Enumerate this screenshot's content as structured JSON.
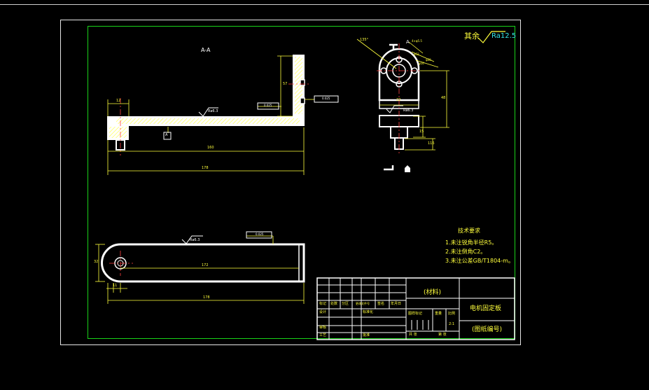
{
  "drawing": {
    "section_label": "A-A",
    "view_label": "A",
    "roughness_note": {
      "prefix": "其余",
      "value": "Ra12.5"
    },
    "dimensions": {
      "top_width": "12",
      "vertical_57": "57",
      "length_160": "160",
      "length_178": "178",
      "bottom_172": "172",
      "bottom_178": "178",
      "bottom_width": "32",
      "bottom_11": "11",
      "right_48": "48",
      "right_22": "22",
      "right_15": "15",
      "right_116": "116",
      "angle": "135°",
      "holes_a": "4×φ5.5",
      "holes_b": "φ52",
      "holes_c": "φ16",
      "holes_d": "φ20"
    },
    "roughness_marks": [
      "Ra6.3",
      "Ra6.3",
      "Ra6.3"
    ],
    "tolerance_frames": [
      "0.025",
      "0.025",
      "0.025"
    ],
    "datum": "A",
    "tech_requirements": {
      "title": "技术要求",
      "items": [
        "1.未注锐角半径R5。",
        "2.未注倒角C2。",
        "3.未注公差GB/T1804-m。"
      ]
    },
    "title_block": {
      "material": "(材料)",
      "part_name": "电机固定板",
      "drawing_number": "(图纸编号)",
      "headers": [
        "标记",
        "处数",
        "分区",
        "更改文件号",
        "签名",
        "年月日"
      ],
      "design_label": "设计",
      "standard_label": "标准化",
      "review_label": "审核",
      "process_label": "工艺",
      "approve_label": "批准",
      "stage_label": "图样标记",
      "weight_label": "重量",
      "scale_label": "比例",
      "scale_value": "2:1",
      "sheet_total": "共 张",
      "sheet_no": "第 张"
    }
  }
}
